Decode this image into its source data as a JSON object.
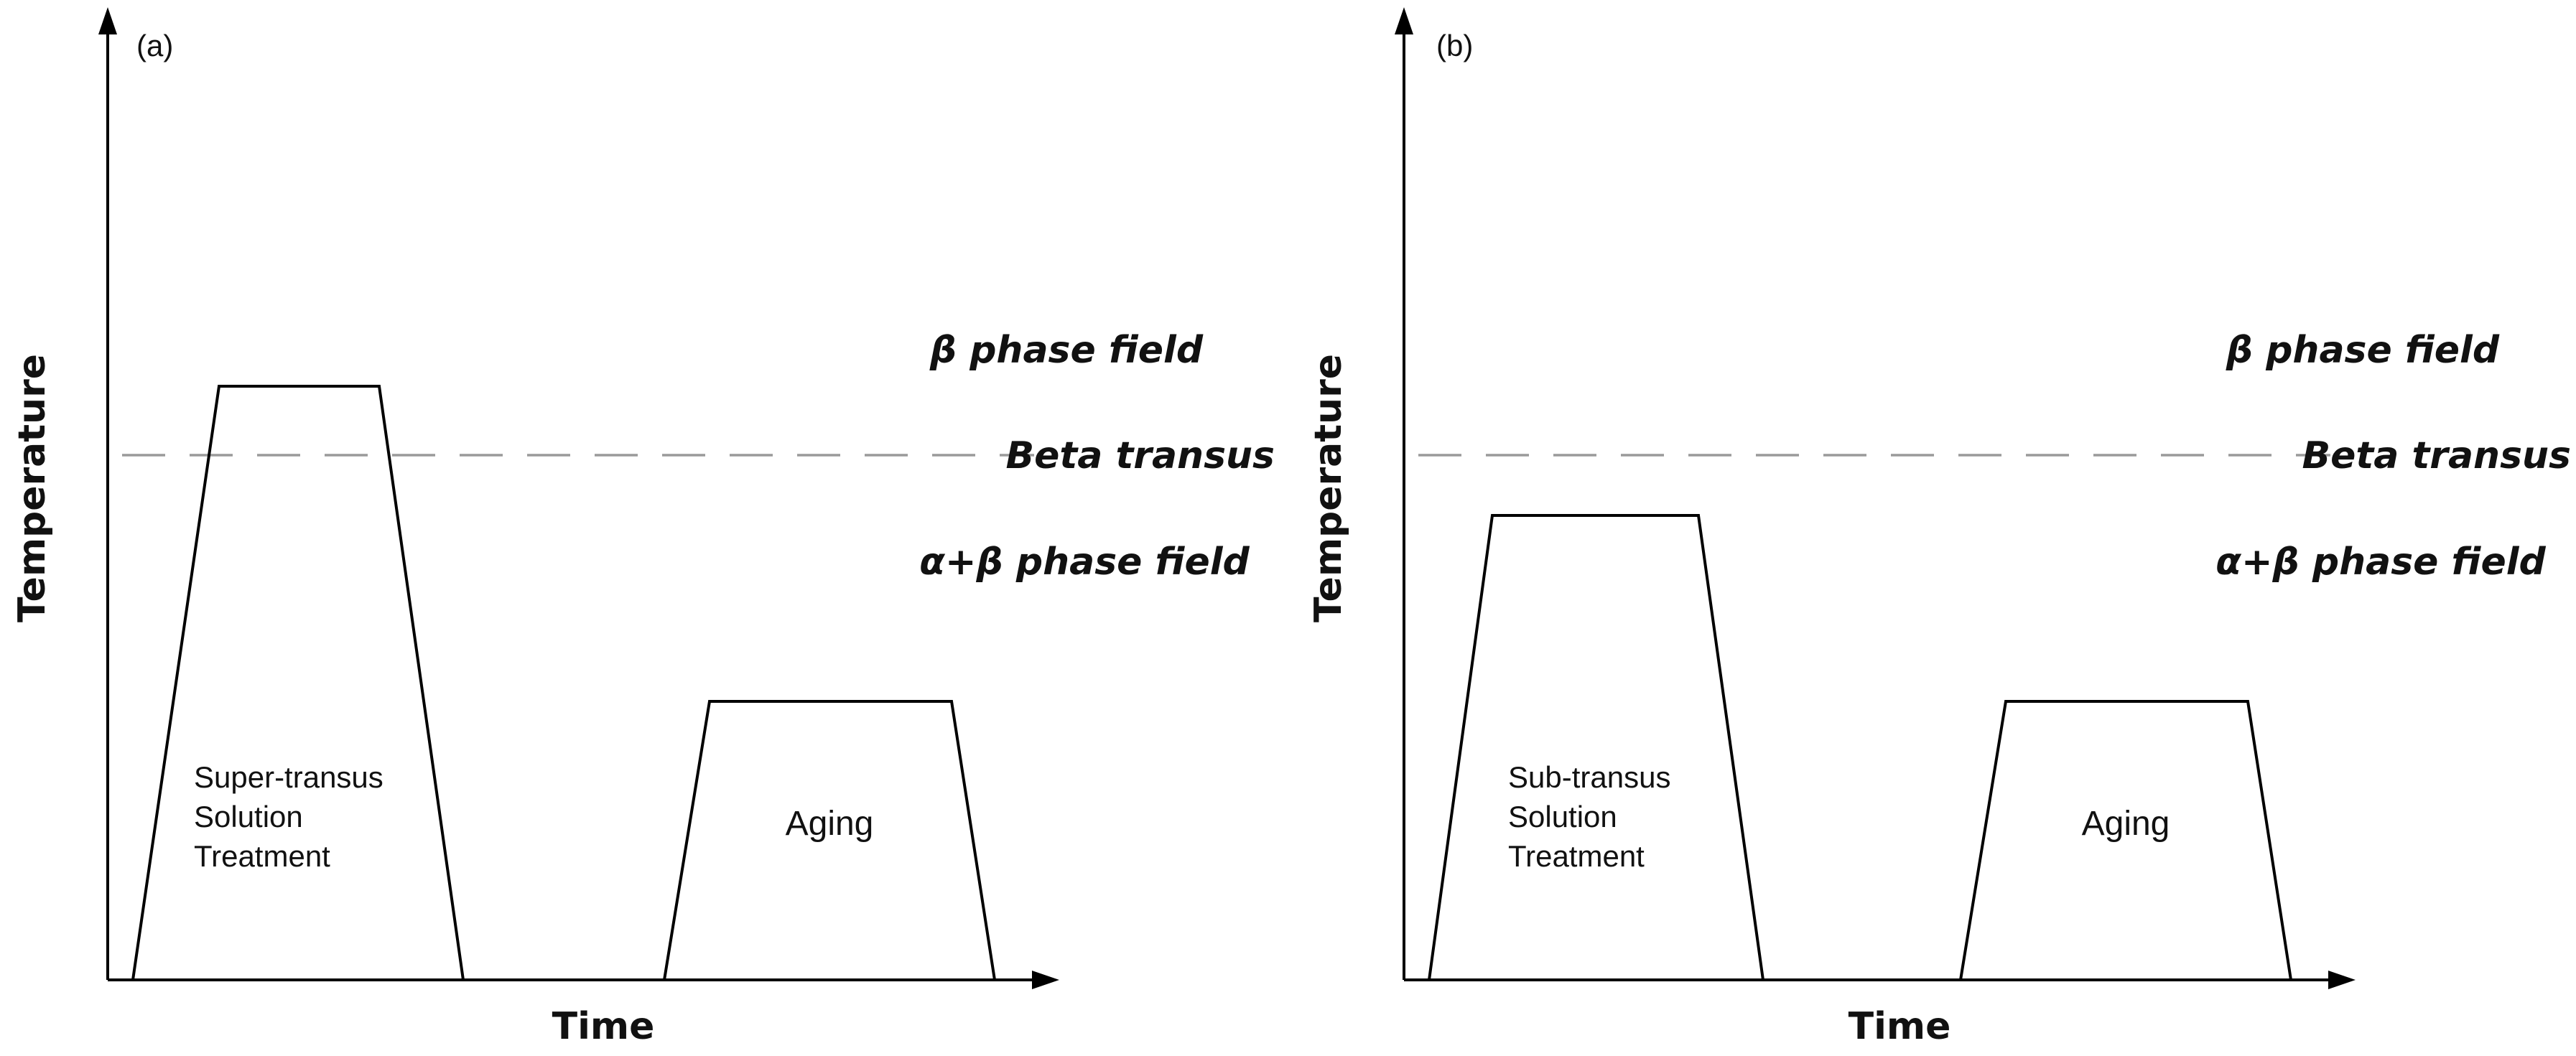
{
  "panels": [
    {
      "tag": "(a)",
      "xlabel": "Time",
      "ylabel": "Temperature",
      "beta_field": "β phase field",
      "beta_transus": "Beta transus",
      "alpha_beta_field": "α+β phase field",
      "solution_lines": [
        "Super-transus",
        "Solution",
        "Treatment"
      ],
      "aging": "Aging"
    },
    {
      "tag": "(b)",
      "xlabel": "Time",
      "ylabel": "Temperature",
      "beta_field": "β phase field",
      "beta_transus": "Beta transus",
      "alpha_beta_field": "α+β phase field",
      "solution_lines": [
        "Sub-transus",
        "Solution",
        "Treatment"
      ],
      "aging": "Aging"
    }
  ]
}
